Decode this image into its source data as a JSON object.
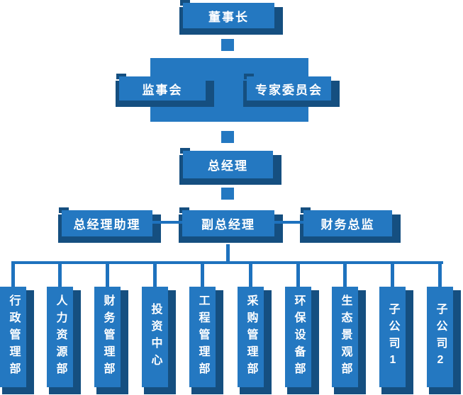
{
  "colors": {
    "primary_blue": "#2478C1",
    "shadow_blue": "#154F80",
    "connector_blue": "#1E72BE",
    "text_white": "#FFFFFF",
    "bg": "#FFFFFF"
  },
  "chart": {
    "type": "org-chart",
    "chairman": {
      "label": "董事长"
    },
    "board_row": {
      "supervisory_board": {
        "label": "监事会"
      },
      "expert_committee": {
        "label": "专家委员会"
      }
    },
    "general_manager": {
      "label": "总经理"
    },
    "management_row": [
      {
        "label": "总经理助理"
      },
      {
        "label": "副总经理"
      },
      {
        "label": "财务总监"
      }
    ],
    "departments": [
      {
        "label": "行政管理部"
      },
      {
        "label": "人力资源部"
      },
      {
        "label": "财务管理部"
      },
      {
        "label": "投资中心"
      },
      {
        "label": "工程管理部"
      },
      {
        "label": "采购管理部"
      },
      {
        "label": "环保设备部"
      },
      {
        "label": "生态景观部"
      },
      {
        "label": "子公司1"
      },
      {
        "label": "子公司2"
      }
    ]
  }
}
